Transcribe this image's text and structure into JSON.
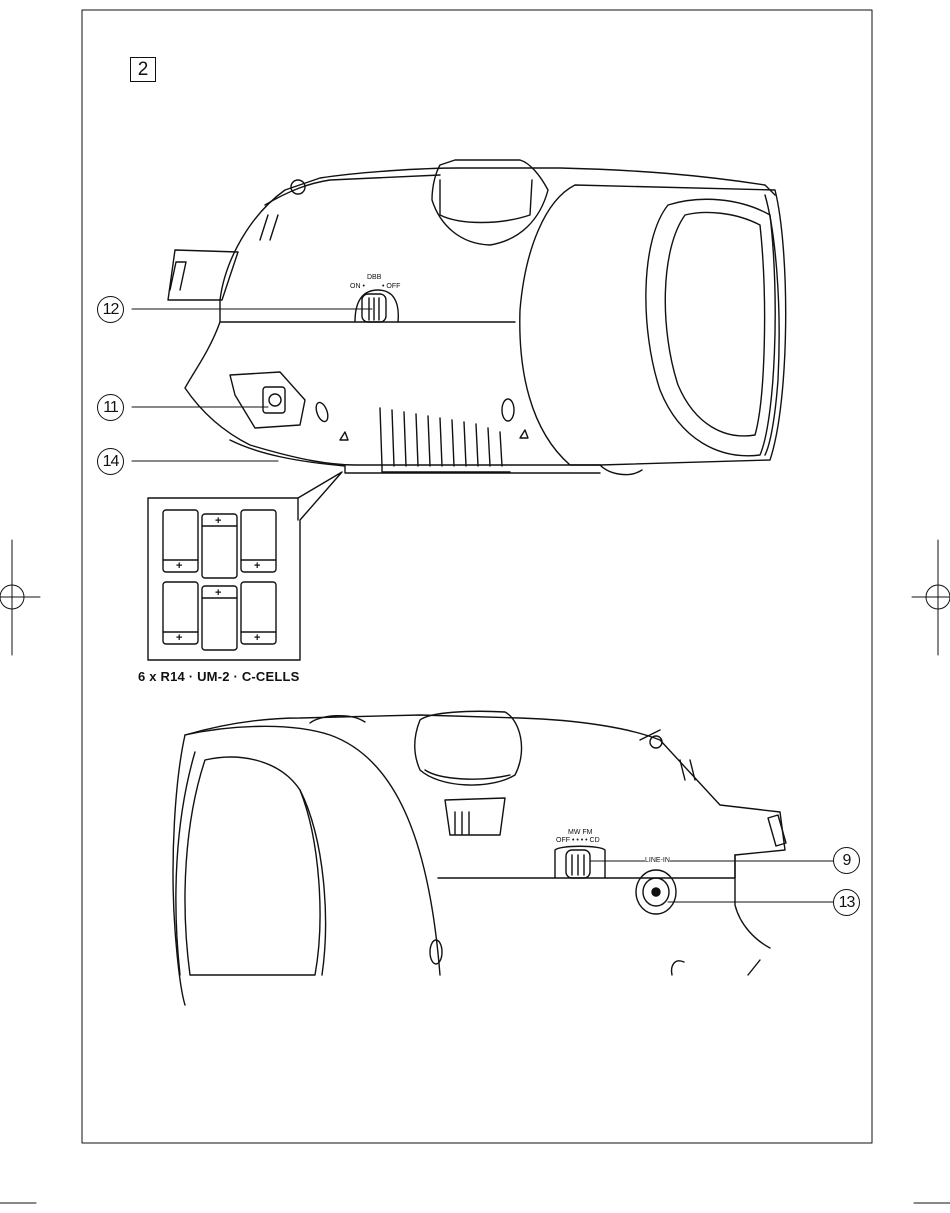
{
  "page": {
    "figure_number": "2"
  },
  "callouts": {
    "c12": "12",
    "c11": "11",
    "c14": "14",
    "c9": "9",
    "c13": "13"
  },
  "top_unit": {
    "dbb_label": "DBB",
    "dbb_on": "ON •",
    "dbb_off": "• OFF"
  },
  "battery_inset": {
    "caption": "6 x R14 · UM-2 · C-CELLS",
    "plus_sign": "+"
  },
  "bottom_unit": {
    "band_top": "MW  FM",
    "band_bottom": "OFF •  •  •  • CD",
    "line_in_label": "LINE-IN"
  },
  "colors": {
    "line": "#111111",
    "page": "#ffffff"
  }
}
